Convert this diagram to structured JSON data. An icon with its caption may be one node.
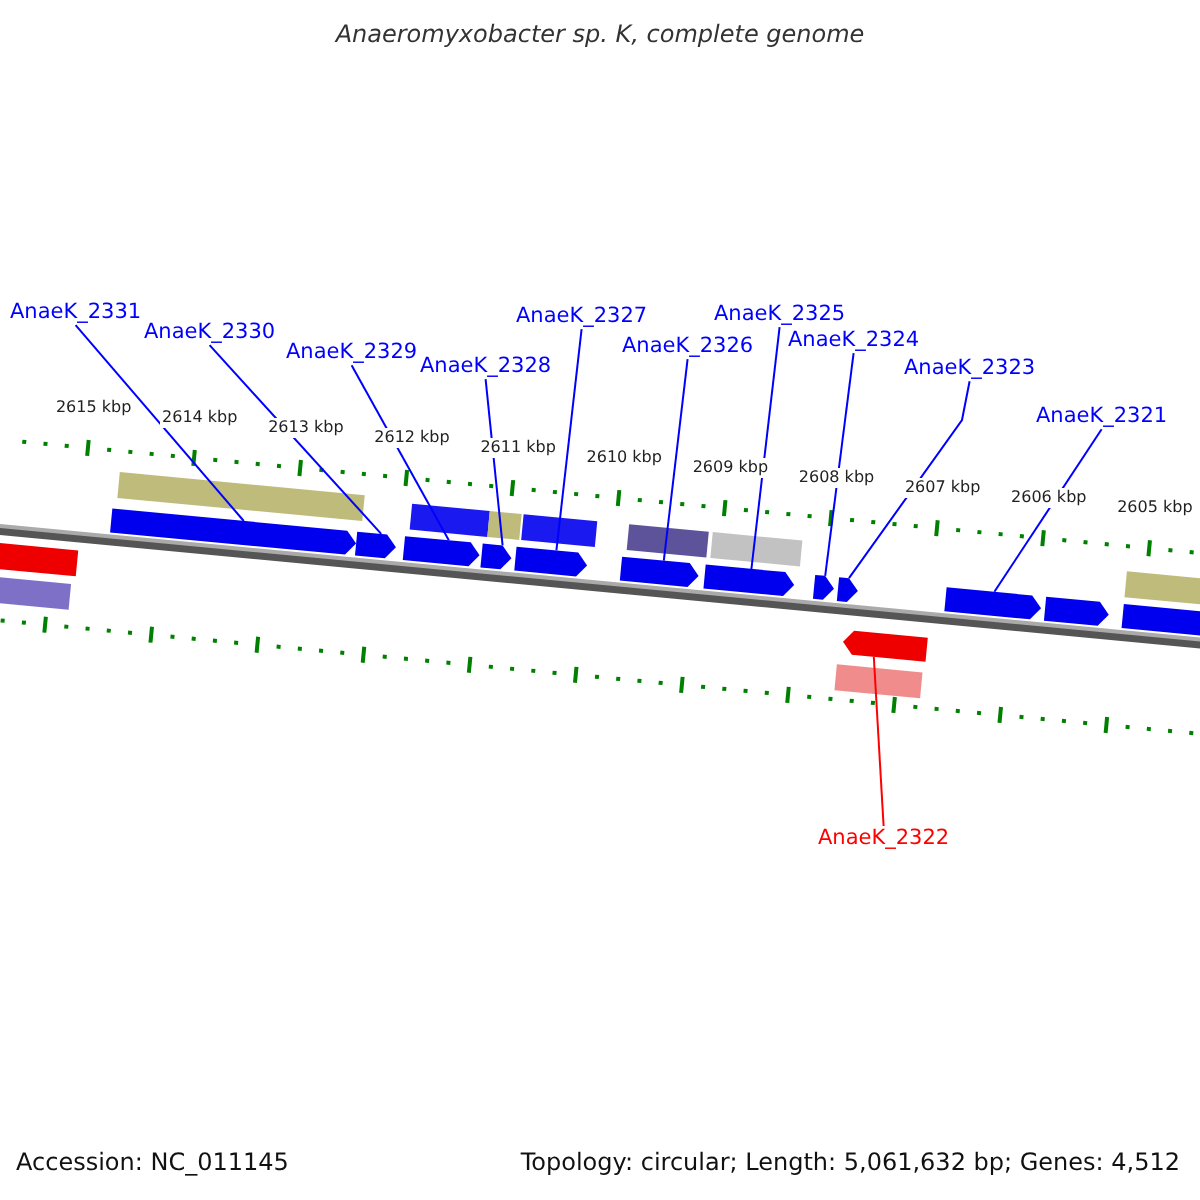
{
  "diagram": {
    "title": "Anaeromyxobacter sp. K, complete genome",
    "nodes": [
      {
        "text": [
          "AnaeK_2331"
        ]
      },
      {
        "text": [
          "AnaeK_2330"
        ]
      },
      {
        "text": [
          "AnaeK_2329"
        ]
      },
      {
        "text": [
          "AnaeK_2328"
        ]
      },
      {
        "text": [
          "AnaeK_2327"
        ]
      },
      {
        "text": [
          "AnaeK_2326"
        ]
      },
      {
        "text": [
          "AnaeK_2325"
        ]
      },
      {
        "text": [
          "AnaeK_2324"
        ]
      },
      {
        "text": [
          "AnaeK_2323"
        ]
      },
      {
        "text": [
          "AnaeK_2321"
        ]
      },
      {
        "text": [
          "AnaeK_2322"
        ]
      },
      {
        "text": [],
        "shape": "arrow"
      },
      {
        "text": [],
        "shape": "arrow"
      },
      {
        "text": [],
        "shape": "arrow"
      },
      {
        "text": [],
        "shape": "arrow"
      },
      {
        "text": [],
        "shape": "arrow"
      },
      {
        "text": [],
        "shape": "arrow"
      },
      {
        "text": [],
        "shape": "arrow"
      },
      {
        "text": [],
        "shape": "arrow"
      },
      {
        "text": [],
        "shape": "arrow"
      },
      {
        "text": [],
        "shape": "arrow"
      },
      {
        "text": [],
        "shape": "arrow"
      },
      {
        "text": [],
        "shape": "arrow"
      },
      {
        "text": [],
        "shape": "arrow"
      },
      {
        "text": [],
        "shape": "arrow"
      },
      {
        "text": [],
        "shape": "bar"
      },
      {
        "text": [],
        "shape": "bar"
      },
      {
        "text": [],
        "shape": "bar"
      },
      {
        "text": [],
        "shape": "bar"
      },
      {
        "text": [],
        "shape": "bar"
      },
      {
        "text": [],
        "shape": "bar"
      },
      {
        "text": [],
        "shape": "bar"
      },
      {
        "text": [],
        "shape": "bar"
      },
      {
        "text": [],
        "shape": "bar"
      }
    ],
    "edges": [
      {
        "from": 0,
        "to": 11,
        "arrow": "none"
      },
      {
        "from": 1,
        "to": 12,
        "arrow": "none"
      },
      {
        "from": 2,
        "to": 13,
        "arrow": "none"
      },
      {
        "from": 3,
        "to": 14,
        "arrow": "none"
      },
      {
        "from": 4,
        "to": 15,
        "arrow": "none"
      },
      {
        "from": 5,
        "to": 16,
        "arrow": "none"
      },
      {
        "from": 6,
        "to": 17,
        "arrow": "none"
      },
      {
        "from": 7,
        "to": 18,
        "arrow": "none"
      },
      {
        "from": 8,
        "to": 19,
        "arrow": "none"
      },
      {
        "from": 9,
        "to": 20,
        "arrow": "none"
      },
      {
        "from": 10,
        "to": 24,
        "arrow": "none",
        "color": "#ff0000"
      }
    ],
    "labels": [
      "2615 kbp",
      "2614 kbp",
      "2613 kbp",
      "2612 kbp",
      "2611 kbp",
      "2610 kbp",
      "2609 kbp",
      "2608 kbp",
      "2607 kbp",
      "2606 kbp",
      "2605 kbp",
      "Accession: NC_011145",
      "Topology: circular; Length: 5,061,632 bp; Genes: 4,512"
    ]
  }
}
